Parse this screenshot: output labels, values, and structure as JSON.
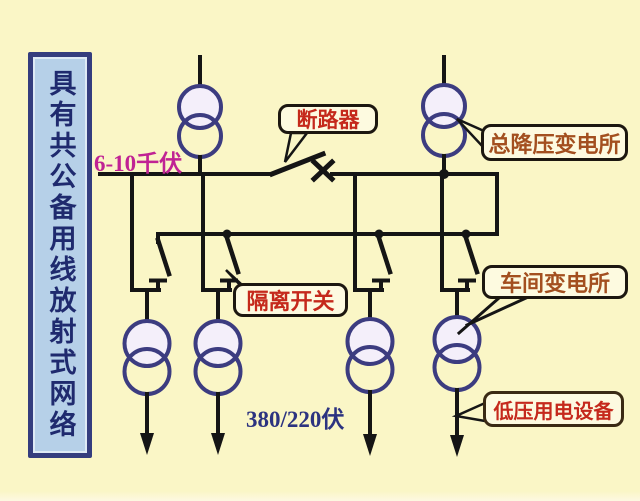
{
  "banner": {
    "text": "具有共公备用线放射式网络"
  },
  "labels": {
    "bus_voltage": "6-10千伏",
    "low_voltage": "380/220伏"
  },
  "callouts": {
    "breaker": {
      "label": "断路器"
    },
    "main_substation": {
      "label": "总降压变电所"
    },
    "isolator": {
      "label": "隔离开关"
    },
    "workshop_substation": {
      "label": "车间变电所"
    },
    "lv_equipment": {
      "label": "低压用电设备"
    }
  },
  "colors": {
    "background": "#faf6c6",
    "banner_fill": "#b6d0e8",
    "banner_border": "#343d7e",
    "banner_text": "#1f2a6e",
    "circuit_line": "#151515",
    "transformer_stroke": "#3c3c80",
    "bus_voltage_text": "#c02394",
    "low_voltage_text": "#2c3380",
    "callout_red_text": "#c5291c",
    "callout_brown_text": "#a34f1f",
    "callout_fill": "#fdfae0"
  },
  "symbols": {
    "transformer": "two-overlapping-circles",
    "breaker_open": "raised-blade-with-x",
    "isolator_open": "open-blade-to-contact",
    "load": "down-arrow"
  }
}
